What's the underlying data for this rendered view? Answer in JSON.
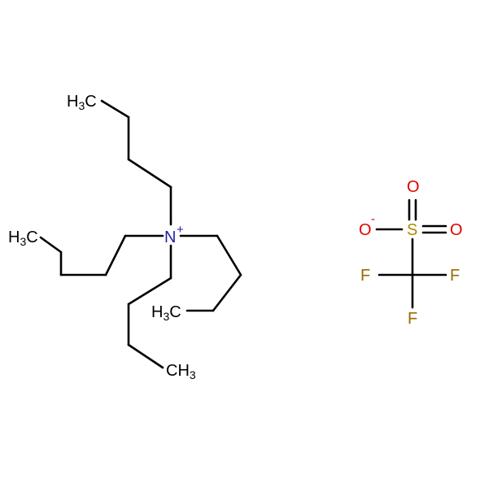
{
  "colors": {
    "bond": "#000000",
    "carbon": "#000000",
    "nitrogen": "#1f1fa8",
    "oxygen": "#e00000",
    "sulfur": "#b08a00",
    "fluorine": "#9a6a00",
    "background": "#ffffff"
  },
  "cation": {
    "center": {
      "symbol": "N",
      "charge": "+"
    },
    "methyl_groups": [
      {
        "main": "H",
        "sub": "3",
        "tail": "C"
      },
      {
        "main": "H",
        "sub": "3",
        "tail": "C"
      },
      {
        "main": "H",
        "sub": "3",
        "tail": "C"
      },
      {
        "main": "CH",
        "sub": "3"
      }
    ]
  },
  "anion": {
    "sulfur": "S",
    "oxygens": [
      {
        "symbol": "O",
        "charge": "-"
      },
      {
        "symbol": "O"
      },
      {
        "symbol": "O"
      }
    ],
    "fluorines": [
      {
        "symbol": "F"
      },
      {
        "symbol": "F"
      },
      {
        "symbol": "F"
      }
    ]
  }
}
